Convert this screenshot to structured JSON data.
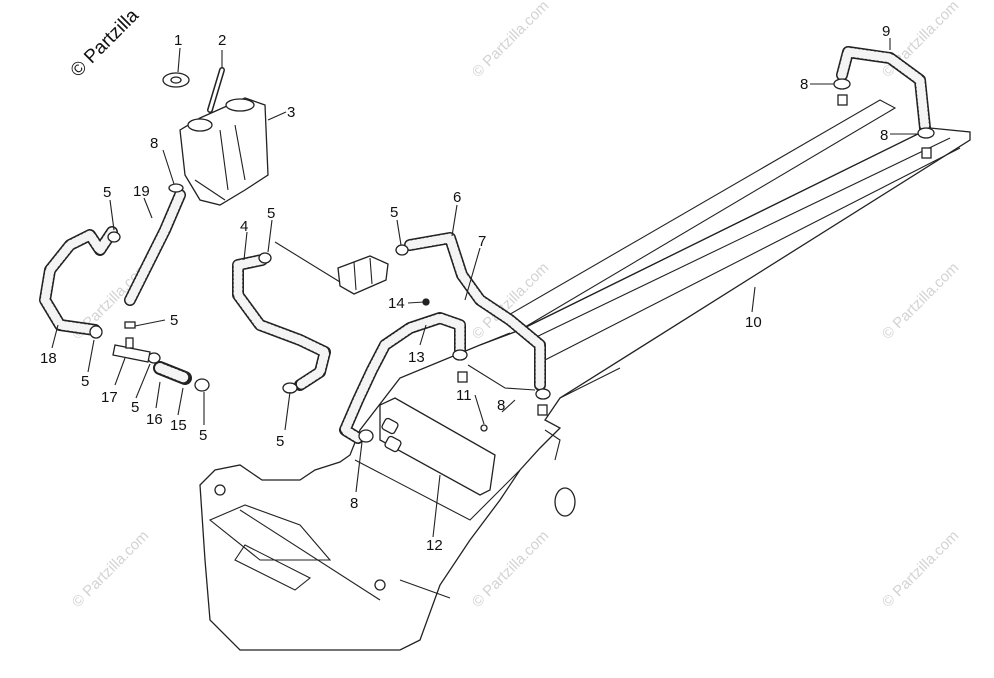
{
  "watermark": {
    "main": "© Partzilla",
    "repeat": "© Partzilla.com"
  },
  "callouts": {
    "c1": "1",
    "c2": "2",
    "c3": "3",
    "c4": "4",
    "c5a": "5",
    "c5b": "5",
    "c5c": "5",
    "c5d": "5",
    "c5e": "5",
    "c5f": "5",
    "c5g": "5",
    "c5h": "5",
    "c6": "6",
    "c7": "7",
    "c8a": "8",
    "c8b": "8",
    "c8c": "8",
    "c8d": "8",
    "c8e": "8",
    "c9": "9",
    "c10": "10",
    "c11": "11",
    "c12": "12",
    "c13": "13",
    "c14": "14",
    "c15": "15",
    "c16": "16",
    "c17": "17",
    "c18": "18",
    "c19": "19"
  }
}
